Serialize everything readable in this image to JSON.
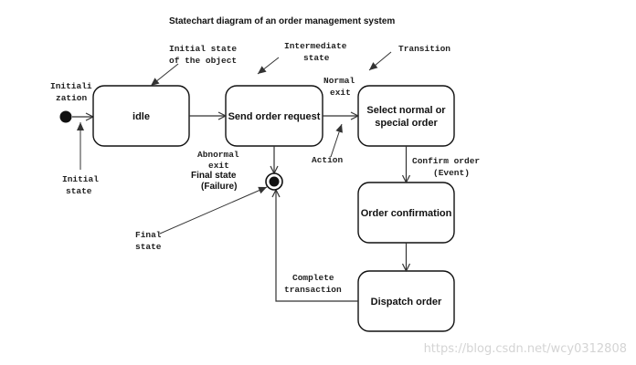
{
  "title": "Statechart diagram of an order management system",
  "states": {
    "idle": "idle",
    "send_order_request": "Send order request",
    "select_order": [
      "Select normal or",
      "special order"
    ],
    "order_confirmation": "Order confirmation",
    "dispatch_order": "Dispatch order"
  },
  "annotations": {
    "initial_state_object": [
      "Initial state",
      "of the object"
    ],
    "intermediate_state": [
      "Intermediate",
      "state"
    ],
    "transition": "Transition",
    "initialization": [
      "Initiali",
      "zation"
    ],
    "initial_state": [
      "Initial",
      "state"
    ],
    "normal_exit": [
      "Normal",
      "exit"
    ],
    "action": "Action",
    "abnormal_exit": [
      "Abnormal",
      "exit"
    ],
    "final_state_failure": [
      "Final state",
      "(Failure)"
    ],
    "confirm_order": [
      "Confirm order",
      "(Event)"
    ],
    "final_state": [
      "Final",
      "state"
    ],
    "complete_transaction": [
      "Complete",
      "transaction"
    ]
  },
  "watermark": "https://blog.csdn.net/wcy0312808"
}
